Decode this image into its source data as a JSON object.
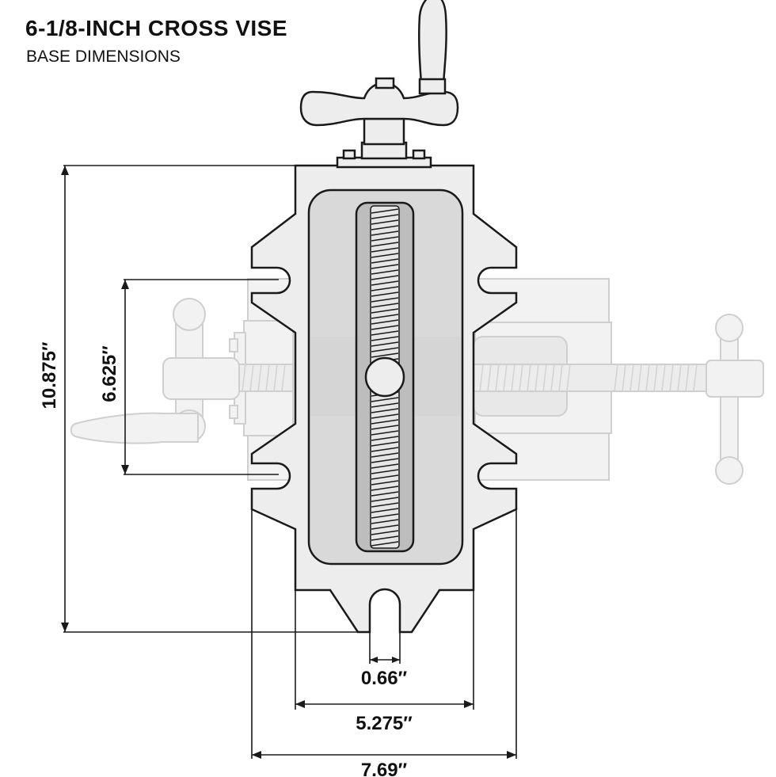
{
  "header": {
    "title": "6-1/8-INCH CROSS VISE",
    "subtitle": "BASE DIMENSIONS"
  },
  "dimensions": {
    "overall_length": "10.875″",
    "slot_spacing": "6.625″",
    "slot_width": "0.66″",
    "inner_width": "5.275″",
    "overall_width": "7.69″"
  },
  "colors": {
    "outline": "#1a1a1a",
    "base_fill": "#ededed",
    "channel_fill": "#d9d9d9",
    "screw_slot_fill": "#bdbdbd",
    "ghost_fill": "#f2f2f2",
    "ghost_stroke": "#cfcfcf"
  }
}
